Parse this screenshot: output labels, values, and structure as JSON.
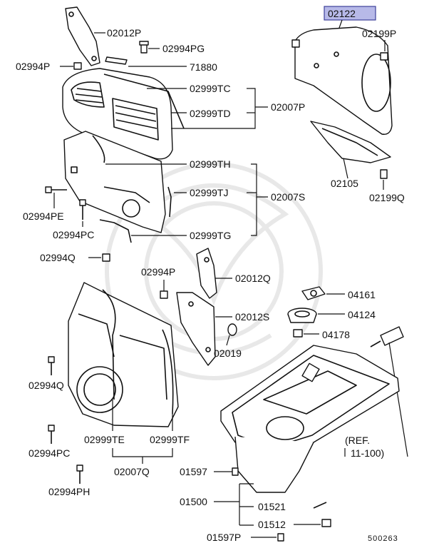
{
  "labels": {
    "p02122": "02122",
    "p02012P": "02012P",
    "p02994PG": "02994PG",
    "p02199P": "02199P",
    "p02994P_a": "02994P",
    "p71880": "71880",
    "p02999TC": "02999TC",
    "p02007P": "02007P",
    "p02999TD": "02999TD",
    "p02105": "02105",
    "p02199Q": "02199Q",
    "p02999TH": "02999TH",
    "p02999TJ": "02999TJ",
    "p02007S": "02007S",
    "p02994PE": "02994PE",
    "p02994PC_a": "02994PC",
    "p02999TG": "02999TG",
    "p02994Q_a": "02994Q",
    "p02994P_b": "02994P",
    "p02012Q": "02012Q",
    "p04161": "04161",
    "p04124": "04124",
    "p02012S": "02012S",
    "p04178": "04178",
    "p02019": "02019",
    "p02994Q_b": "02994Q",
    "p02999TE": "02999TE",
    "p02999TF": "02999TF",
    "p02994PC_b": "02994PC",
    "p02007Q": "02007Q",
    "pREF1": "(REF.",
    "pREF2": "11-100)",
    "p02994PH": "02994PH",
    "p01597": "01597",
    "p01500": "01500",
    "p01521": "01521",
    "p01512": "01512",
    "p01597P": "01597P",
    "diagram_id": "500263"
  },
  "colors": {
    "highlight_fill": "#b7b9e8",
    "highlight_stroke": "#3c3f9a",
    "line": "#111111"
  }
}
